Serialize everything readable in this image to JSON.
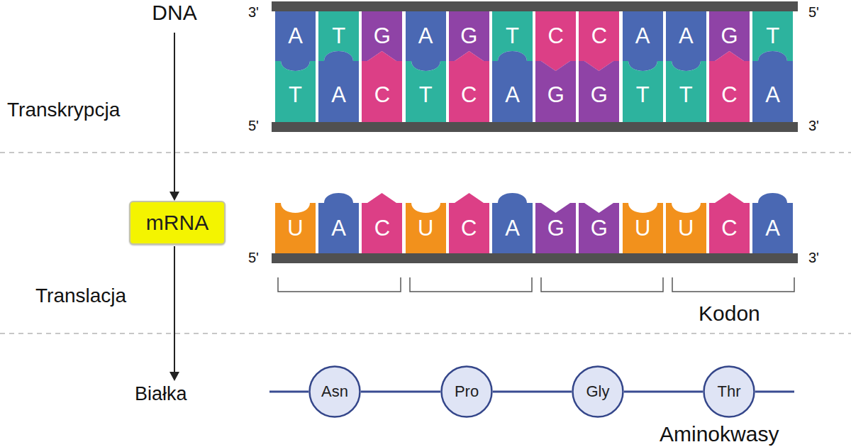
{
  "diagram": {
    "nodes": [
      {
        "text": [
          "A"
        ]
      },
      {
        "text": [
          "T"
        ]
      },
      {
        "text": [
          "G"
        ]
      },
      {
        "text": [
          "A"
        ]
      },
      {
        "text": [
          "G"
        ]
      },
      {
        "text": [
          "T"
        ]
      },
      {
        "text": [
          "C"
        ]
      },
      {
        "text": [
          "C"
        ]
      },
      {
        "text": [
          "A"
        ]
      },
      {
        "text": [
          "A"
        ]
      },
      {
        "text": [
          "G"
        ]
      },
      {
        "text": [
          "T"
        ]
      },
      {
        "text": [
          "T"
        ]
      },
      {
        "text": [
          "A"
        ]
      },
      {
        "text": [
          "C"
        ]
      },
      {
        "text": [
          "T"
        ]
      },
      {
        "text": [
          "C"
        ]
      },
      {
        "text": [
          "A"
        ]
      },
      {
        "text": [
          "G"
        ]
      },
      {
        "text": [
          "G"
        ]
      },
      {
        "text": [
          "T"
        ]
      },
      {
        "text": [
          "T"
        ]
      },
      {
        "text": [
          "C"
        ]
      },
      {
        "text": [
          "A"
        ]
      },
      {
        "text": [
          "mRNA"
        ]
      },
      {
        "text": [
          "U"
        ]
      },
      {
        "text": [
          "A"
        ]
      },
      {
        "text": [
          "C"
        ]
      },
      {
        "text": [
          "U"
        ]
      },
      {
        "text": [
          "C"
        ]
      },
      {
        "text": [
          "A"
        ]
      },
      {
        "text": [
          "G"
        ]
      },
      {
        "text": [
          "G"
        ]
      },
      {
        "text": [
          "U"
        ]
      },
      {
        "text": [
          "U"
        ]
      },
      {
        "text": [
          "C"
        ]
      },
      {
        "text": [
          "A"
        ]
      },
      {
        "text": [
          "Asn"
        ]
      },
      {
        "text": [
          "Pro"
        ]
      },
      {
        "text": [
          "Gly"
        ]
      },
      {
        "text": [
          "Thr"
        ]
      }
    ],
    "edges": [
      {
        "from": 37,
        "to": 38,
        "arrow": "none"
      },
      {
        "from": 38,
        "to": 39,
        "arrow": "none"
      },
      {
        "from": 39,
        "to": 40,
        "arrow": "none"
      }
    ],
    "labels": [
      "DNA",
      "3'",
      "5'",
      "Transkrypcja",
      "5'",
      "3'",
      "5'",
      "3'",
      "Translacja",
      "Kodon",
      "Białka",
      "Aminokwasy"
    ]
  }
}
